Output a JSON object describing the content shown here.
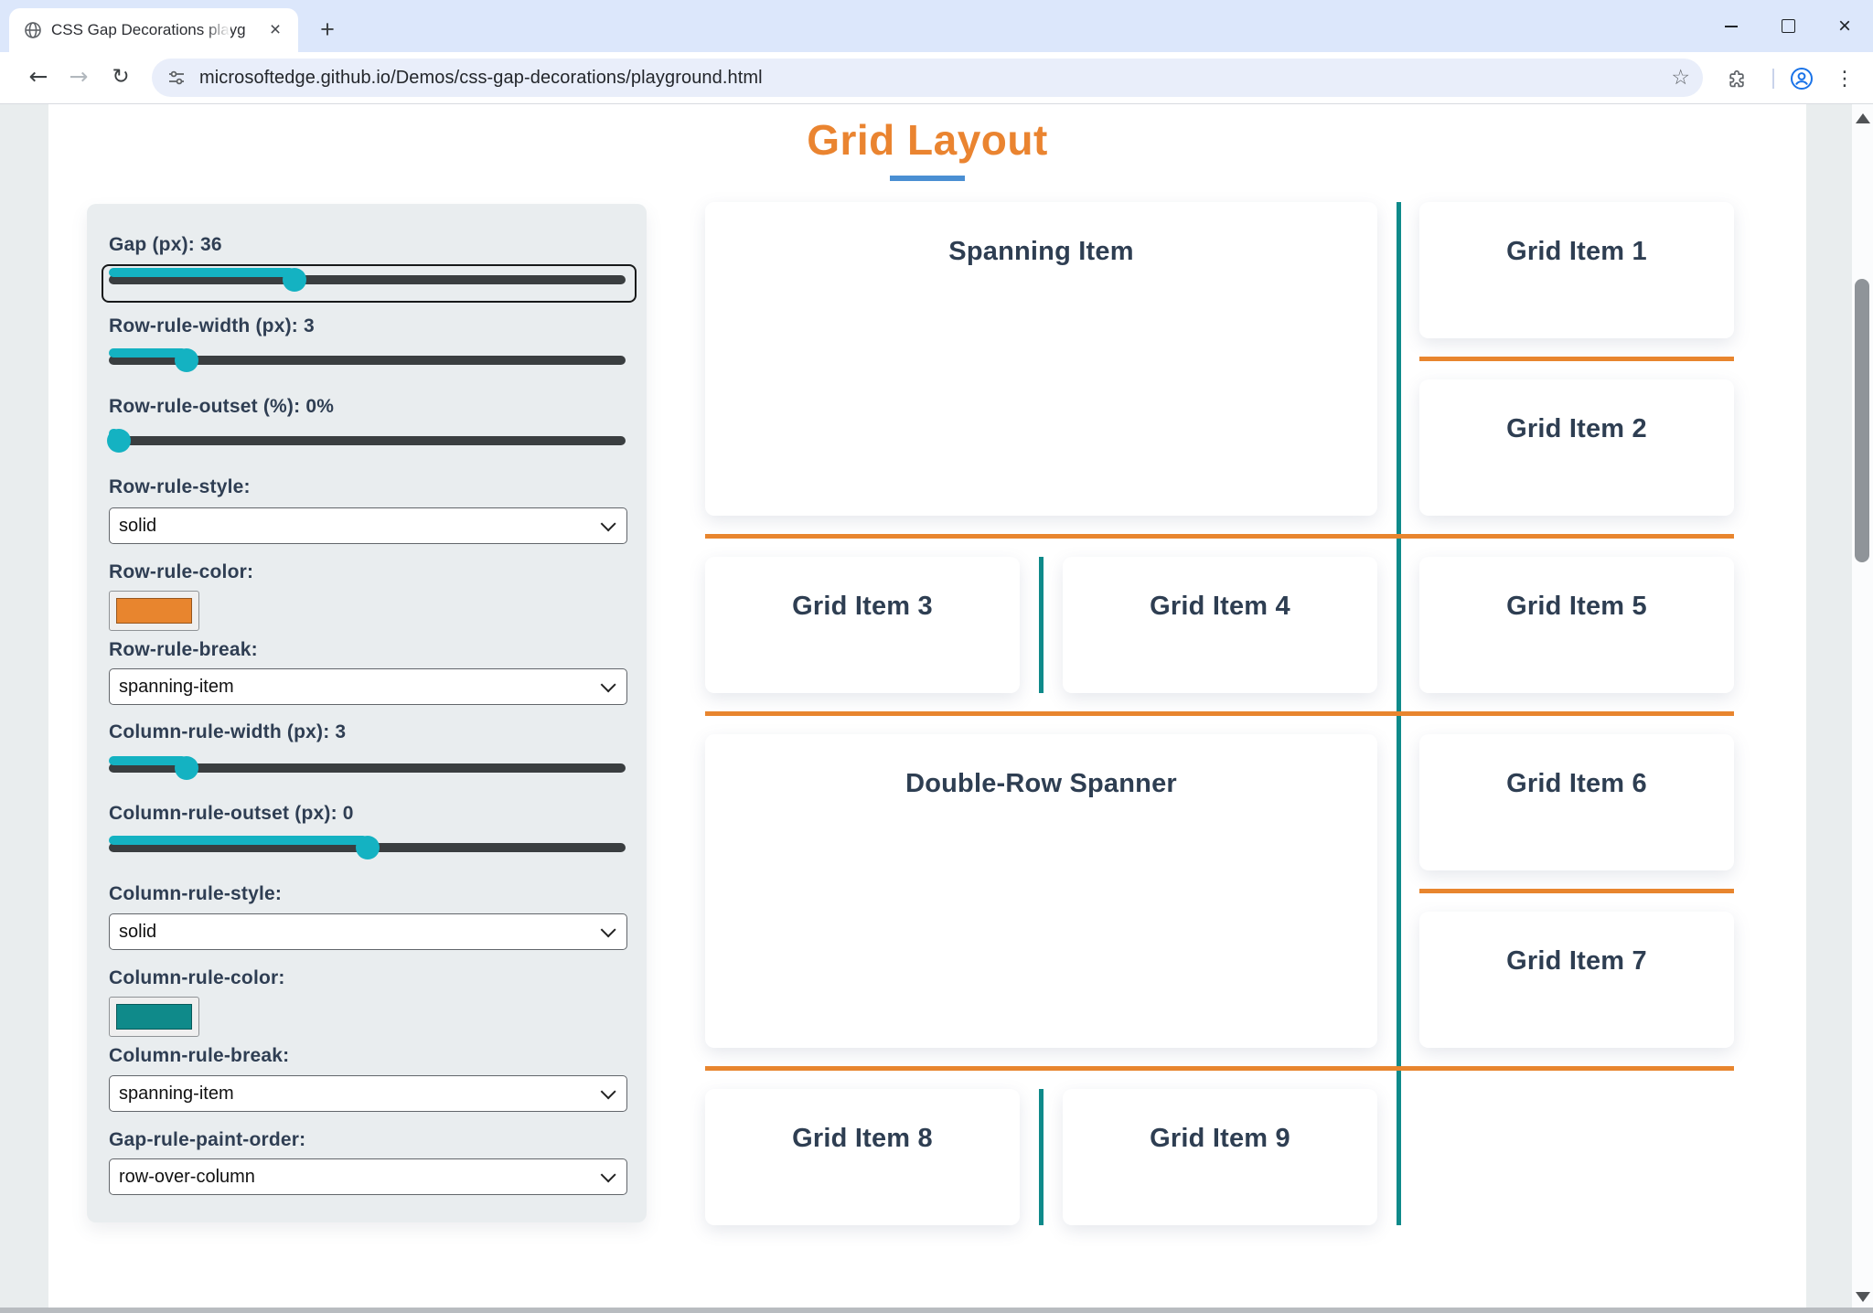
{
  "browser": {
    "tab_title": "CSS Gap Decorations playgroun",
    "tab_close_label": "×",
    "new_tab_label": "+",
    "url": "microsoftedge.github.io/Demos/css-gap-decorations/playground.html",
    "back_glyph": "←",
    "forward_glyph": "→",
    "reload_glyph": "↻",
    "star_glyph": "☆",
    "menu_glyph": "⋮",
    "close_glyph": "×"
  },
  "page": {
    "title": "Grid Layout"
  },
  "panel": {
    "controls": [
      {
        "type": "slider",
        "label": "Gap (px): 36",
        "percent": "36%",
        "focused": true
      },
      {
        "type": "slider",
        "label": "Row-rule-width (px): 3",
        "percent": "15%"
      },
      {
        "type": "slider",
        "label": "Row-rule-outset (%): 0%",
        "percent": "2%"
      },
      {
        "type": "select",
        "label": "Row-rule-style:",
        "value": "solid"
      },
      {
        "type": "color",
        "label": "Row-rule-color:",
        "value": "#e8882e"
      },
      {
        "type": "select",
        "label": "Row-rule-break:",
        "value": "spanning-item"
      },
      {
        "type": "slider",
        "label": "Column-rule-width (px): 3",
        "percent": "15%"
      },
      {
        "type": "slider",
        "label": "Column-rule-outset (px): 0",
        "percent": "50%"
      },
      {
        "type": "select",
        "label": "Column-rule-style:",
        "value": "solid"
      },
      {
        "type": "color",
        "label": "Column-rule-color:",
        "value": "#0f8a8a"
      },
      {
        "type": "select",
        "label": "Column-rule-break:",
        "value": "spanning-item"
      },
      {
        "type": "select",
        "label": "Gap-rule-paint-order:",
        "value": "row-over-column"
      }
    ]
  },
  "grid": {
    "items": [
      {
        "label": "Spanning Item"
      },
      {
        "label": "Grid Item 1"
      },
      {
        "label": "Grid Item 2"
      },
      {
        "label": "Grid Item 3"
      },
      {
        "label": "Grid Item 4"
      },
      {
        "label": "Grid Item 5"
      },
      {
        "label": "Double-Row Spanner"
      },
      {
        "label": "Grid Item 6"
      },
      {
        "label": "Grid Item 7"
      },
      {
        "label": "Grid Item 8"
      },
      {
        "label": "Grid Item 9"
      }
    ]
  },
  "colors": {
    "accent-orange": "#ea8430",
    "rule-orange": "#e8852e",
    "rule-teal": "#0f8a8a",
    "slider-teal": "#14b2c2",
    "underline-blue": "#4a8fd3",
    "label-text": "#2f3e53",
    "card-text": "#2e3e52"
  }
}
